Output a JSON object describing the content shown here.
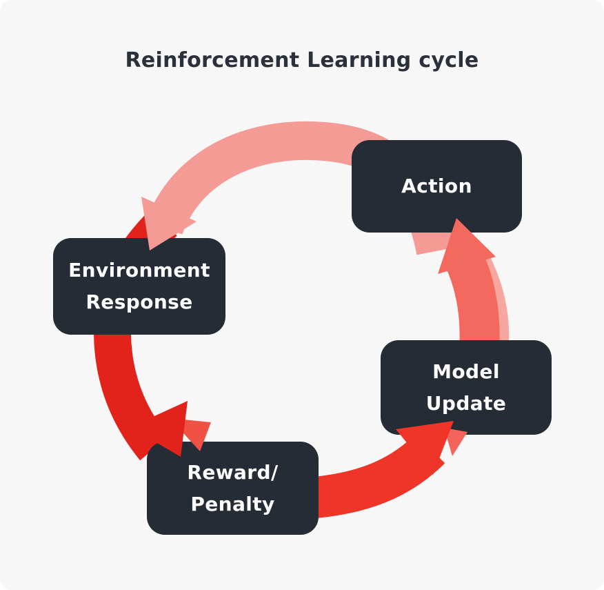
{
  "title": "Reinforcement Learning cycle",
  "nodes": {
    "action": {
      "line1": "Action"
    },
    "environment_response": {
      "line1": "Environment",
      "line2": "Response"
    },
    "reward_penalty": {
      "line1": "Reward/",
      "line2": "Penalty"
    },
    "model_update": {
      "line1": "Model",
      "line2": "Update"
    }
  },
  "arrows": [
    {
      "from": "Action",
      "to": "Environment Response",
      "color": "#F59B95"
    },
    {
      "from": "Environment Response",
      "to": "Reward/Penalty",
      "color": "#E2231B"
    },
    {
      "from": "Reward/Penalty",
      "to": "Model Update",
      "color": "#EE3528"
    },
    {
      "from": "Model Update",
      "to": "Action",
      "color": "#F4695E"
    }
  ],
  "colors": {
    "background": "#F7F7F7",
    "node_fill": "#252C35",
    "node_text": "#FCFCFC",
    "title_text": "#2A313A",
    "arrow_top": "#F59B95",
    "arrow_left": "#E2231B",
    "arrow_bottom": "#EE3528",
    "arrow_right": "#F4695E",
    "arrow_right_echo": "#F7A7A0",
    "arrow_left_accent": "#EF5144",
    "arrow_bottom_accent": "#F3655A"
  }
}
